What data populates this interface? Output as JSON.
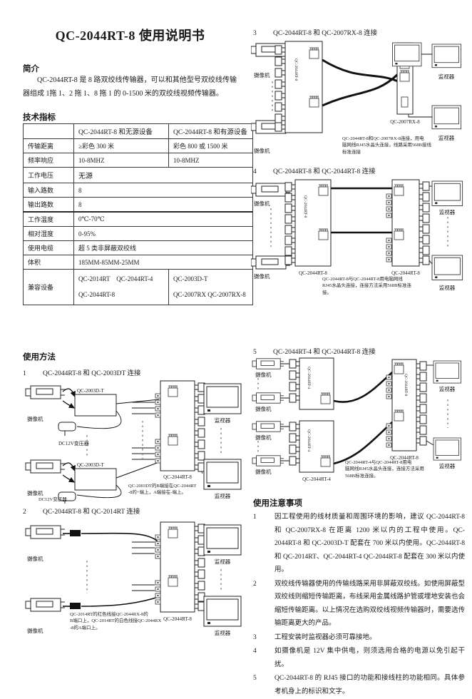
{
  "page": {
    "title": "QC-2044RT-8 使用说明书"
  },
  "intro": {
    "heading": "简介",
    "body": "QC-2044RT-8 是 8 路双绞线传输器，可以和其他型号双绞线传输器组成 1拖 1、2 拖 1、8 拖 1 的 0-1500 米的双绞线视频传输器。"
  },
  "specs": {
    "heading": "技术指标",
    "header": {
      "c1": "QC-2044RT-8 和无源设备",
      "c2": "QC-2044RT-8 和有源设备"
    },
    "rows": [
      {
        "label": "传输距离",
        "c1": "≥彩色 300 米",
        "c2": "彩色 800 或 1500 米"
      },
      {
        "label": "频率响应",
        "c1": "10-8MHZ",
        "c2": "10-8MHZ"
      },
      {
        "label": "工作电压",
        "span": "无源"
      },
      {
        "label": "输入路数",
        "span": "8"
      },
      {
        "label": "输出路数",
        "span": "8"
      },
      {
        "label": "工作温度",
        "span": "0℃-70℃"
      },
      {
        "label": "相对湿度",
        "span": "0-95%"
      },
      {
        "label": "使用电缆",
        "span": "超 5 类非屏蔽双绞线"
      },
      {
        "label": "体积",
        "span": "185MM-85MM-25MM"
      },
      {
        "label": "兼容设备",
        "c1": "QC-2014RT　QC-2044RT-4\nQC-2044RT-8",
        "c2": "QC-2003D-T\nQC-2007RX QC-2007RX-8"
      }
    ]
  },
  "usage": {
    "heading": "使用方法",
    "sections": [
      {
        "num": "1",
        "title": "QC-2044RT-8 和 QC-2003DT 连接",
        "caption": "QC-2003DT的B端接在QC-2044RT\n-8的+端上，A端接在-端上。"
      },
      {
        "num": "2",
        "title": "QC-2044RT-8 和 QC-2014RT 连接",
        "caption": "QC-2014RT的红色线接QC-2044RX-8的\nB端口上，QC-2014RT的白色线接QC-2044RX\n-8的A端口上。"
      },
      {
        "num": "3",
        "title": "QC-2044RT-8 和 QC-2007RX-8 连接",
        "caption": "QC-2044RT-8和QC-2007RX-8连接，用电\n脑网线RJ45水晶头连接，线路采用568B接线\n标准连接"
      },
      {
        "num": "4",
        "title": "QC-2044RT-8 和 QC-2044RT-8 连接",
        "caption": "QC-2044RT-8与QC-2044RT-8用电脑网线\nRJ45水晶头连接，连接方法采用568B标准连\n接。"
      },
      {
        "num": "5",
        "title": "QC-2044RT-4 和 QC-2044RT-8 连接",
        "caption": "QC-2044RT-4与QC-2044RT-8用电\n脑网线RJ45水晶头连接，连接方法采用\n568B标准连接。"
      }
    ]
  },
  "labels": {
    "camera": "摄像机",
    "monitor": "监视器",
    "transformer": "DC12V变压器",
    "qc2003dt": "QC-2003D-T",
    "qc2044rt8": "QC-2044RT-8",
    "qc2044rt4": "QC-2044RT-4",
    "qc2007rx8": "QC-2007RX-8"
  },
  "notes": {
    "heading": "使用注意事项",
    "items": [
      {
        "num": "1",
        "text": "因工程使用的线材质量和周围环境的影响，建议 QC-2044RT-8 和 QC-2007RX-8 在距离 1200 米以内的工程中使用。QC-2044RT-8 和 QC-2003D-T 配套在 700 米以内使用。QC-2044RT-8 和 QC-2014RT、QC-2044RT-4 QC-2044RT-8 配套在 300 米以内使用。"
      },
      {
        "num": "2",
        "text": "双绞线传输器使用的传输线路采用非屏蔽双绞线。如使用屏蔽型双绞线则缩短传输距离，布线采用金属线路护管或埋地安装也会缩短传输距离。以上情况在选购双绞线视频传输器时，需要选传输距离更大的产品。"
      },
      {
        "num": "3",
        "text": "工程安装时监视器必须可靠接地。"
      },
      {
        "num": "4",
        "text": "如摄像机是 12V 集中供电，则须选用合格的电源以免引起干扰。"
      },
      {
        "num": "5",
        "text": "QC-2044RT-8 的 RJ45 接口的功能和接线柱的功能相同。具体参考机身上的标识和文字。"
      }
    ]
  }
}
